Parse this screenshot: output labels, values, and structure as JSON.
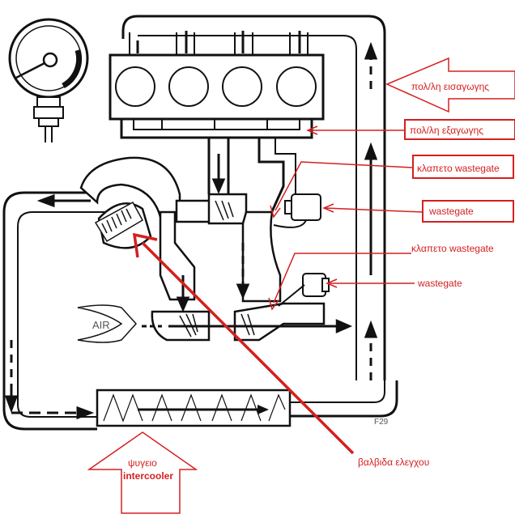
{
  "labels": {
    "intake_manifold": "πολ/λη εισαγωγης",
    "exhaust_manifold": "πολ/λη εξαγωγης",
    "wastegate_valve_1": "κλαπετο wastegate",
    "wastegate_1": "wastegate",
    "wastegate_valve_2": "κλαπετο wastegate",
    "wastegate_2": "wastegate",
    "control_valve": "βαλβιδα ελεγχου",
    "intercooler_line1": "ψυγειο",
    "intercooler_line2": "intercooler"
  },
  "diagram": {
    "air_label": "AIR",
    "figure_code": "F29"
  },
  "colors": {
    "annotation": "#d42020",
    "line": "#111111",
    "inset_gray": "#9a9a9a"
  }
}
